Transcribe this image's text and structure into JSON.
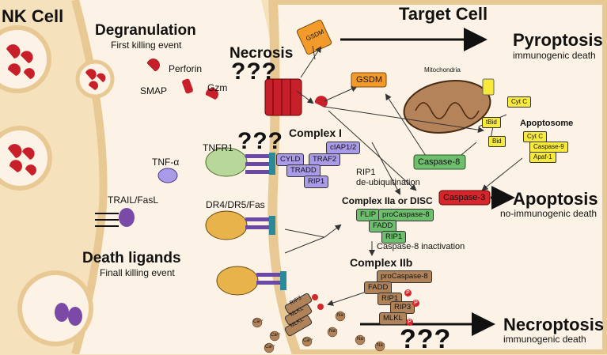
{
  "cells": {
    "nk": "NK Cell",
    "target": "Target Cell"
  },
  "nk_side": {
    "degranulation": "Degranulation",
    "first_killing": "First killing event",
    "perforin": "Perforin",
    "smap": "SMAP",
    "gzm": "Gzm",
    "tnf_alpha": "TNF-α",
    "trail_fasl": "TRAIL/FasL",
    "death_ligands": "Death ligands",
    "final_killing": "Finall killing event"
  },
  "receptors": {
    "tnfr1": "TNFR1",
    "dr": "DR4/DR5/Fas"
  },
  "necrosis": {
    "label": "Necrosis",
    "unknown": "???"
  },
  "unknown_marks": {
    "tnfr1": "???",
    "necroptosis": "???"
  },
  "complex_i": {
    "title": "Complex I",
    "members": [
      "cIAP1/2",
      "CYLD",
      "TRAF2",
      "TRADD",
      "RIP1"
    ],
    "step": "RIP1\nde-ubiquitination"
  },
  "complex_iia": {
    "title": "Complex IIa or DISC",
    "members": [
      "FLIP",
      "proCaspase-8",
      "FADD",
      "RIP1"
    ],
    "step": "Caspase-8 inactivation"
  },
  "complex_iib": {
    "title": "Complex IIb",
    "members": [
      "proCaspase-8",
      "FADD",
      "RIP1",
      "RIP3",
      "MLKL"
    ]
  },
  "necrosome": {
    "members": [
      "RIP3",
      "MLKL",
      "MLKL"
    ],
    "phospho": "P"
  },
  "ions": [
    "Ca²⁺",
    "Ca²⁺",
    "Ca²⁺",
    "Na⁺",
    "Na⁺",
    "Na⁺",
    "Ca²⁺",
    "Na⁺"
  ],
  "mito": {
    "title": "Mitochondria",
    "cyt_c": "Cyt C",
    "tbid": "tBid",
    "bid": "Bid",
    "apoptosome": "Apoptosome",
    "apoptosome_members": [
      "Cyt C",
      "Caspase-9",
      "Apaf-1"
    ]
  },
  "effectors": {
    "gsdm": "GSDM",
    "gsdm_pore": "GSDM",
    "caspase8": "Caspase-8",
    "caspase3": "Caspase-3"
  },
  "outcomes": {
    "pyroptosis": "Pyroptosis",
    "pyroptosis_sub": "immunogenic death",
    "apoptosis": "Apoptosis",
    "apoptosis_sub": "no-immunogenic death",
    "necroptosis": "Necroptosis",
    "necroptosis_sub": "immunogenic death"
  },
  "colors": {
    "nk_cell": "#f6e1bd",
    "target_cell": "#fcf3e6",
    "granule": "#c8202a",
    "membrane": "#e8c994",
    "purple": "#a99be8",
    "green": "#6dbf6d",
    "brown": "#b0825a",
    "gsdm": "#f29b2a",
    "caspase3": "#d6262b",
    "yellow": "#f7ea3a"
  }
}
